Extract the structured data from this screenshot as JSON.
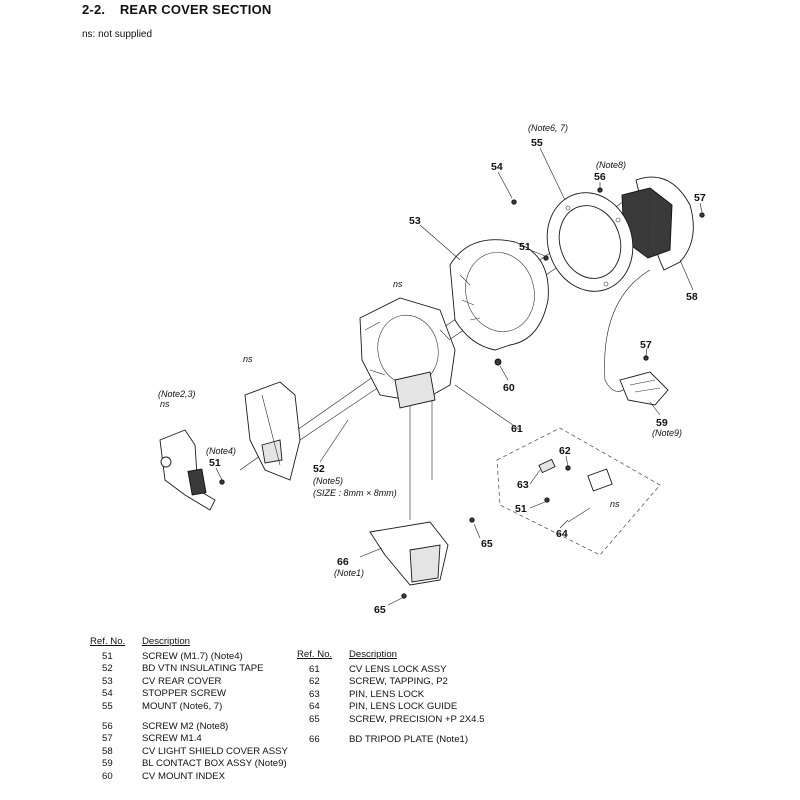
{
  "header": {
    "section_number": "2-2.",
    "section_title": "REAR COVER SECTION",
    "ns_note": "ns: not supplied"
  },
  "callouts": {
    "c51a": "51",
    "c51b": "51",
    "c51c": "51",
    "c52": "52",
    "c53": "53",
    "c54": "54",
    "c55": "55",
    "c56": "56",
    "c57a": "57",
    "c57b": "57",
    "c58": "58",
    "c59": "59",
    "c60": "60",
    "c61": "61",
    "c62": "62",
    "c63": "63",
    "c64": "64",
    "c65a": "65",
    "c65b": "65",
    "c66": "66"
  },
  "notes": {
    "note67": "(Note6, 7)",
    "note8": "(Note8)",
    "note9": "(Note9)",
    "note4": "(Note4)",
    "note23": "(Note2,3)",
    "note5": "(Note5)",
    "size": "(SIZE : 8mm × 8mm)",
    "note1": "(Note1)",
    "ns": "ns"
  },
  "parts_list_header": {
    "ref": "Ref. No.",
    "desc": "Description"
  },
  "parts_left": [
    {
      "ref": "51",
      "desc": "SCREW (M1.7) (Note4)"
    },
    {
      "ref": "52",
      "desc": "BD VTN INSULATING TAPE"
    },
    {
      "ref": "53",
      "desc": "CV REAR COVER"
    },
    {
      "ref": "54",
      "desc": "STOPPER SCREW"
    },
    {
      "ref": "55",
      "desc": "MOUNT (Note6, 7)"
    },
    {
      "ref": "56",
      "desc": "SCREW M2 (Note8)"
    },
    {
      "ref": "57",
      "desc": "SCREW M1.4"
    },
    {
      "ref": "58",
      "desc": "CV LIGHT SHIELD COVER ASSY"
    },
    {
      "ref": "59",
      "desc": "BL CONTACT BOX ASSY (Note9)"
    },
    {
      "ref": "60",
      "desc": "CV MOUNT INDEX"
    }
  ],
  "parts_right": [
    {
      "ref": "61",
      "desc": "CV LENS LOCK ASSY"
    },
    {
      "ref": "62",
      "desc": "SCREW, TAPPING, P2"
    },
    {
      "ref": "63",
      "desc": "PIN, LENS LOCK"
    },
    {
      "ref": "64",
      "desc": "PIN, LENS LOCK GUIDE"
    },
    {
      "ref": "65",
      "desc": "SCREW, PRECISION +P 2X4.5"
    },
    {
      "ref": "66",
      "desc": "BD TRIPOD PLATE (Note1)"
    }
  ]
}
